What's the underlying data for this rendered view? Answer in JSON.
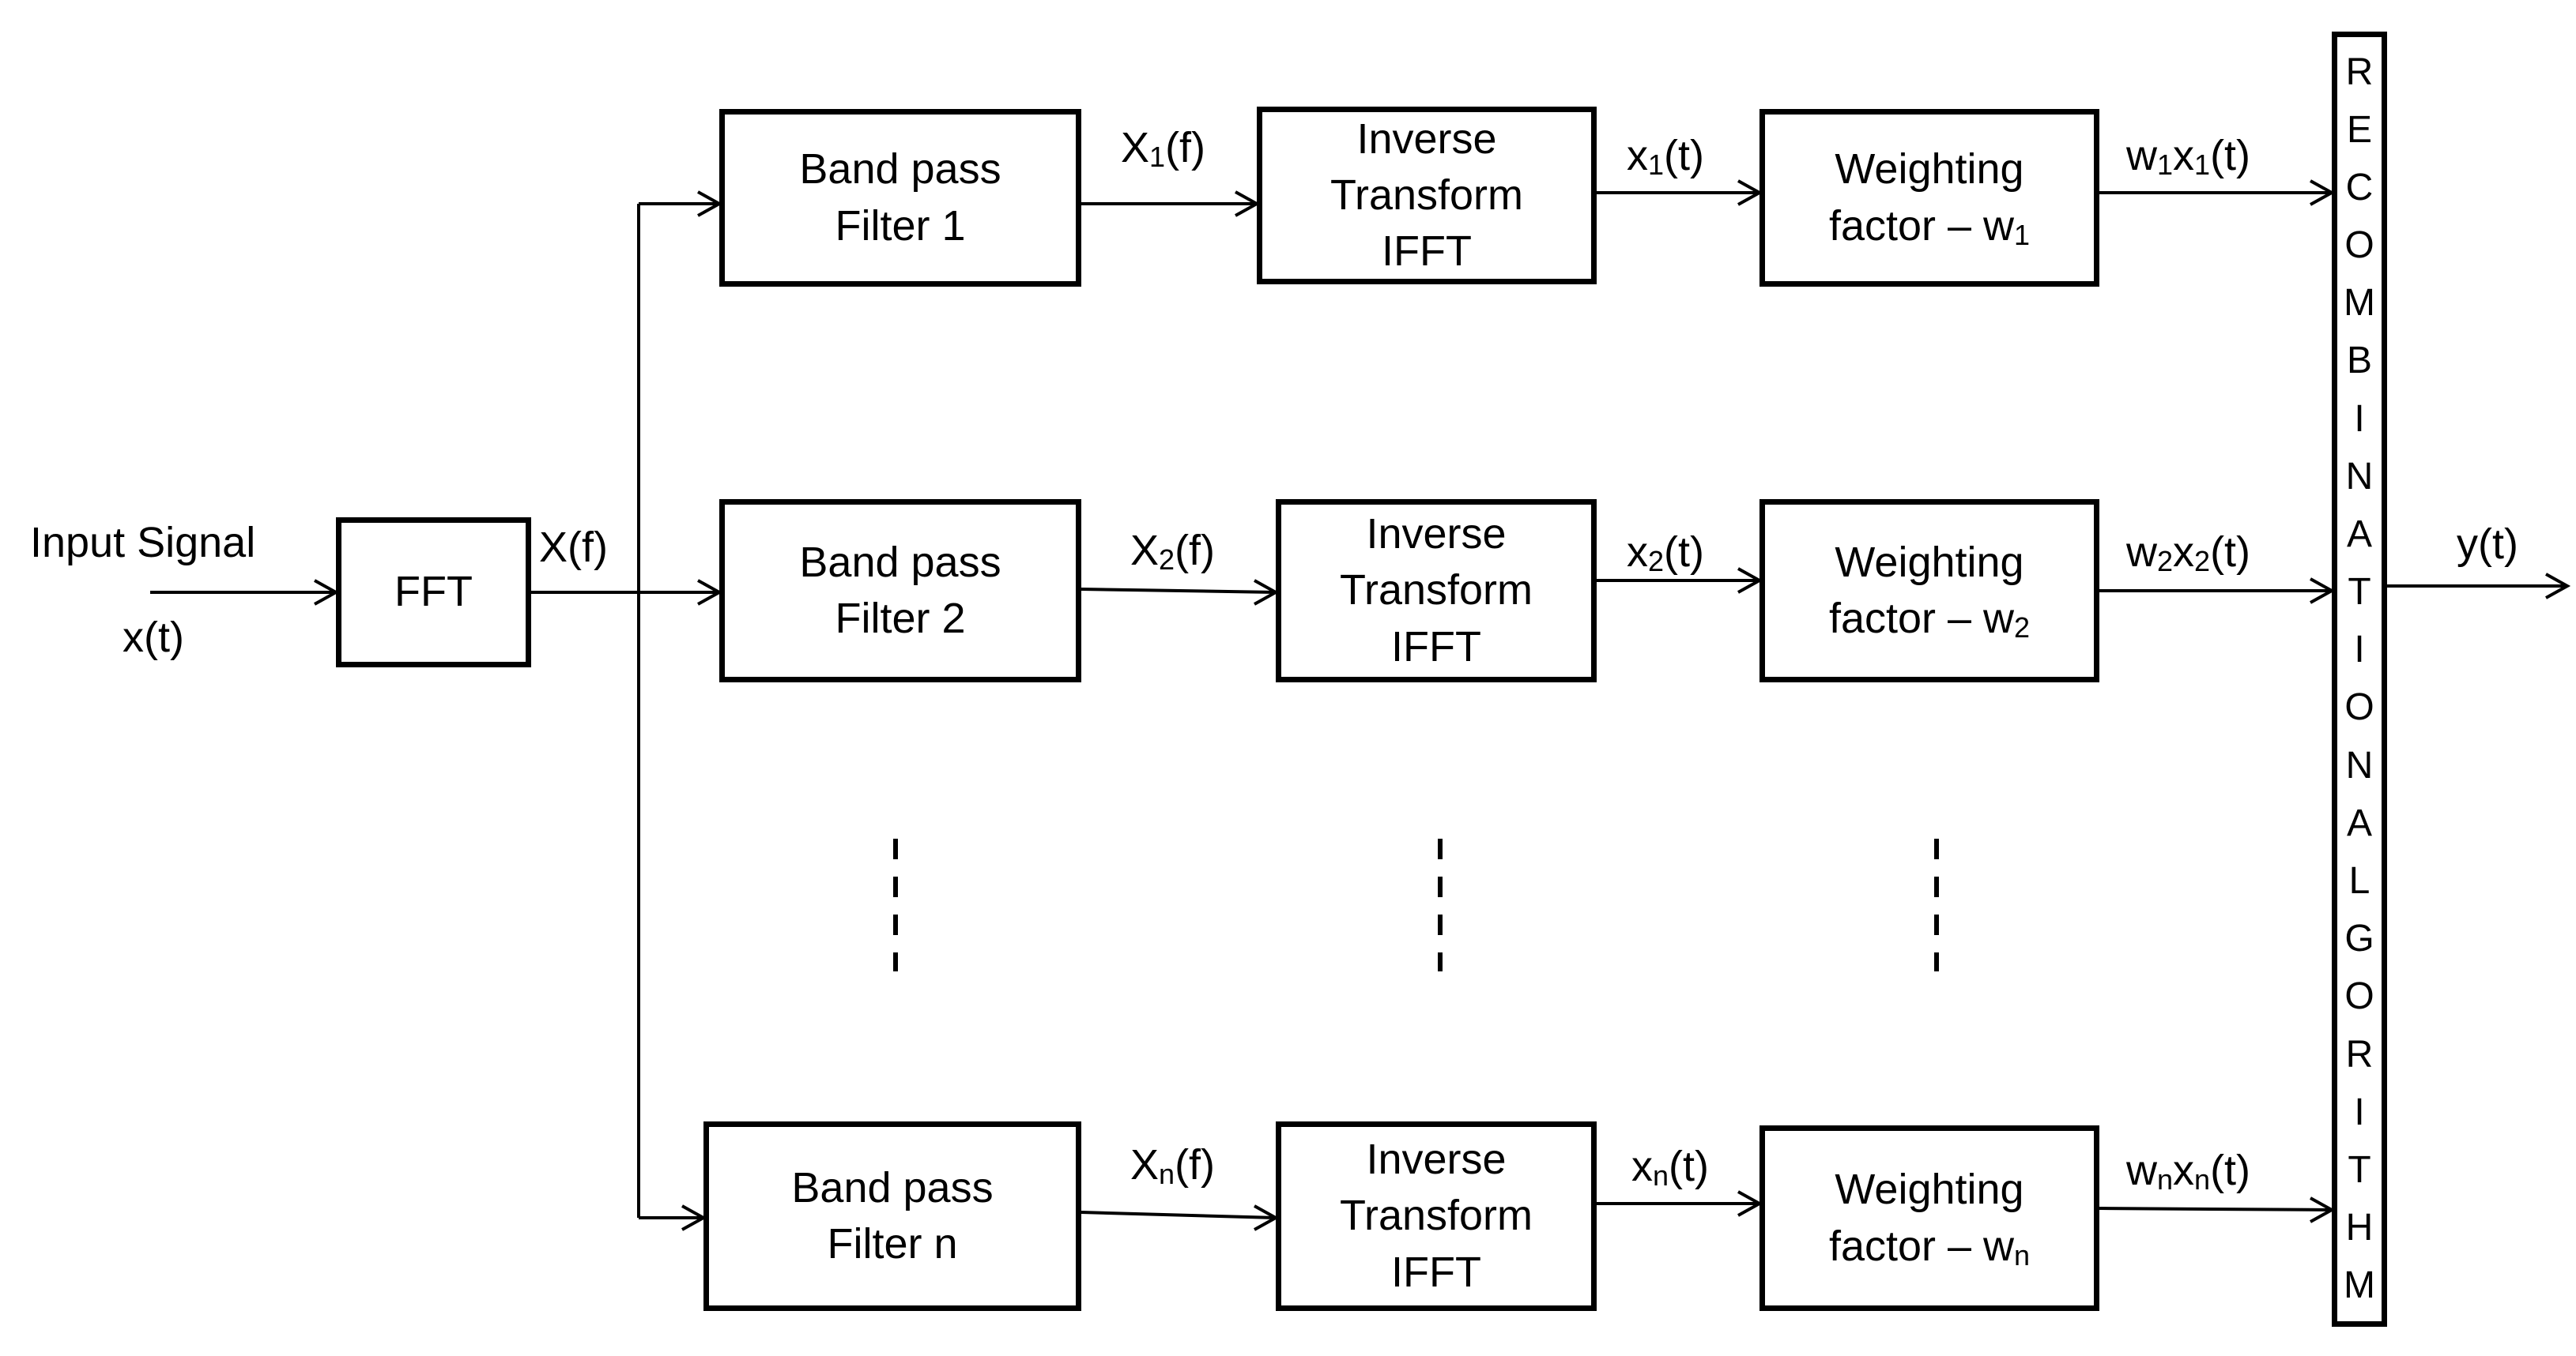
{
  "input": {
    "label": "Input Signal",
    "signal": "x(t)"
  },
  "fft": {
    "label": "FFT",
    "output": "X(f)"
  },
  "branches": [
    {
      "filter": [
        "Band pass",
        "Filter 1"
      ],
      "spectrum_base": "X",
      "spectrum_sub": "1",
      "spectrum_tail": "(f)",
      "signal_base": "x",
      "signal_sub": "1",
      "signal_tail": "(t)",
      "weight_line1": "Weighting",
      "weight_line2": "factor – w",
      "weight_sub": "1",
      "out_w": "w",
      "out_w_sub": "1",
      "out_x": "x",
      "out_x_sub": "1",
      "out_tail": "(t)"
    },
    {
      "filter": [
        "Band pass",
        "Filter 2"
      ],
      "spectrum_base": "X",
      "spectrum_sub": "2",
      "spectrum_tail": "(f)",
      "signal_base": "x",
      "signal_sub": "2",
      "signal_tail": "(t)",
      "weight_line1": "Weighting",
      "weight_line2": "factor – w",
      "weight_sub": "2",
      "out_w": "w",
      "out_w_sub": "2",
      "out_x": "x",
      "out_x_sub": "2",
      "out_tail": "(t)"
    },
    {
      "filter": [
        "Band pass",
        "Filter n"
      ],
      "spectrum_base": "X",
      "spectrum_sub": "n",
      "spectrum_tail": "(f)",
      "signal_base": "x",
      "signal_sub": "n",
      "signal_tail": "(t)",
      "weight_line1": "Weighting",
      "weight_line2": "factor – w",
      "weight_sub": "n",
      "out_w": "w",
      "out_w_sub": "n",
      "out_x": "x",
      "out_x_sub": "n",
      "out_tail": "(t)"
    }
  ],
  "ifft": [
    "Inverse",
    "Transform",
    "IFFT"
  ],
  "recombination": [
    "R",
    "E",
    "C",
    "O",
    "M",
    "B",
    "I",
    "N",
    "A",
    "T",
    "I",
    "O",
    "N",
    "A",
    "L",
    "G",
    "O",
    "R",
    "I",
    "T",
    "H",
    "M"
  ],
  "output": {
    "label": "y(t)"
  }
}
